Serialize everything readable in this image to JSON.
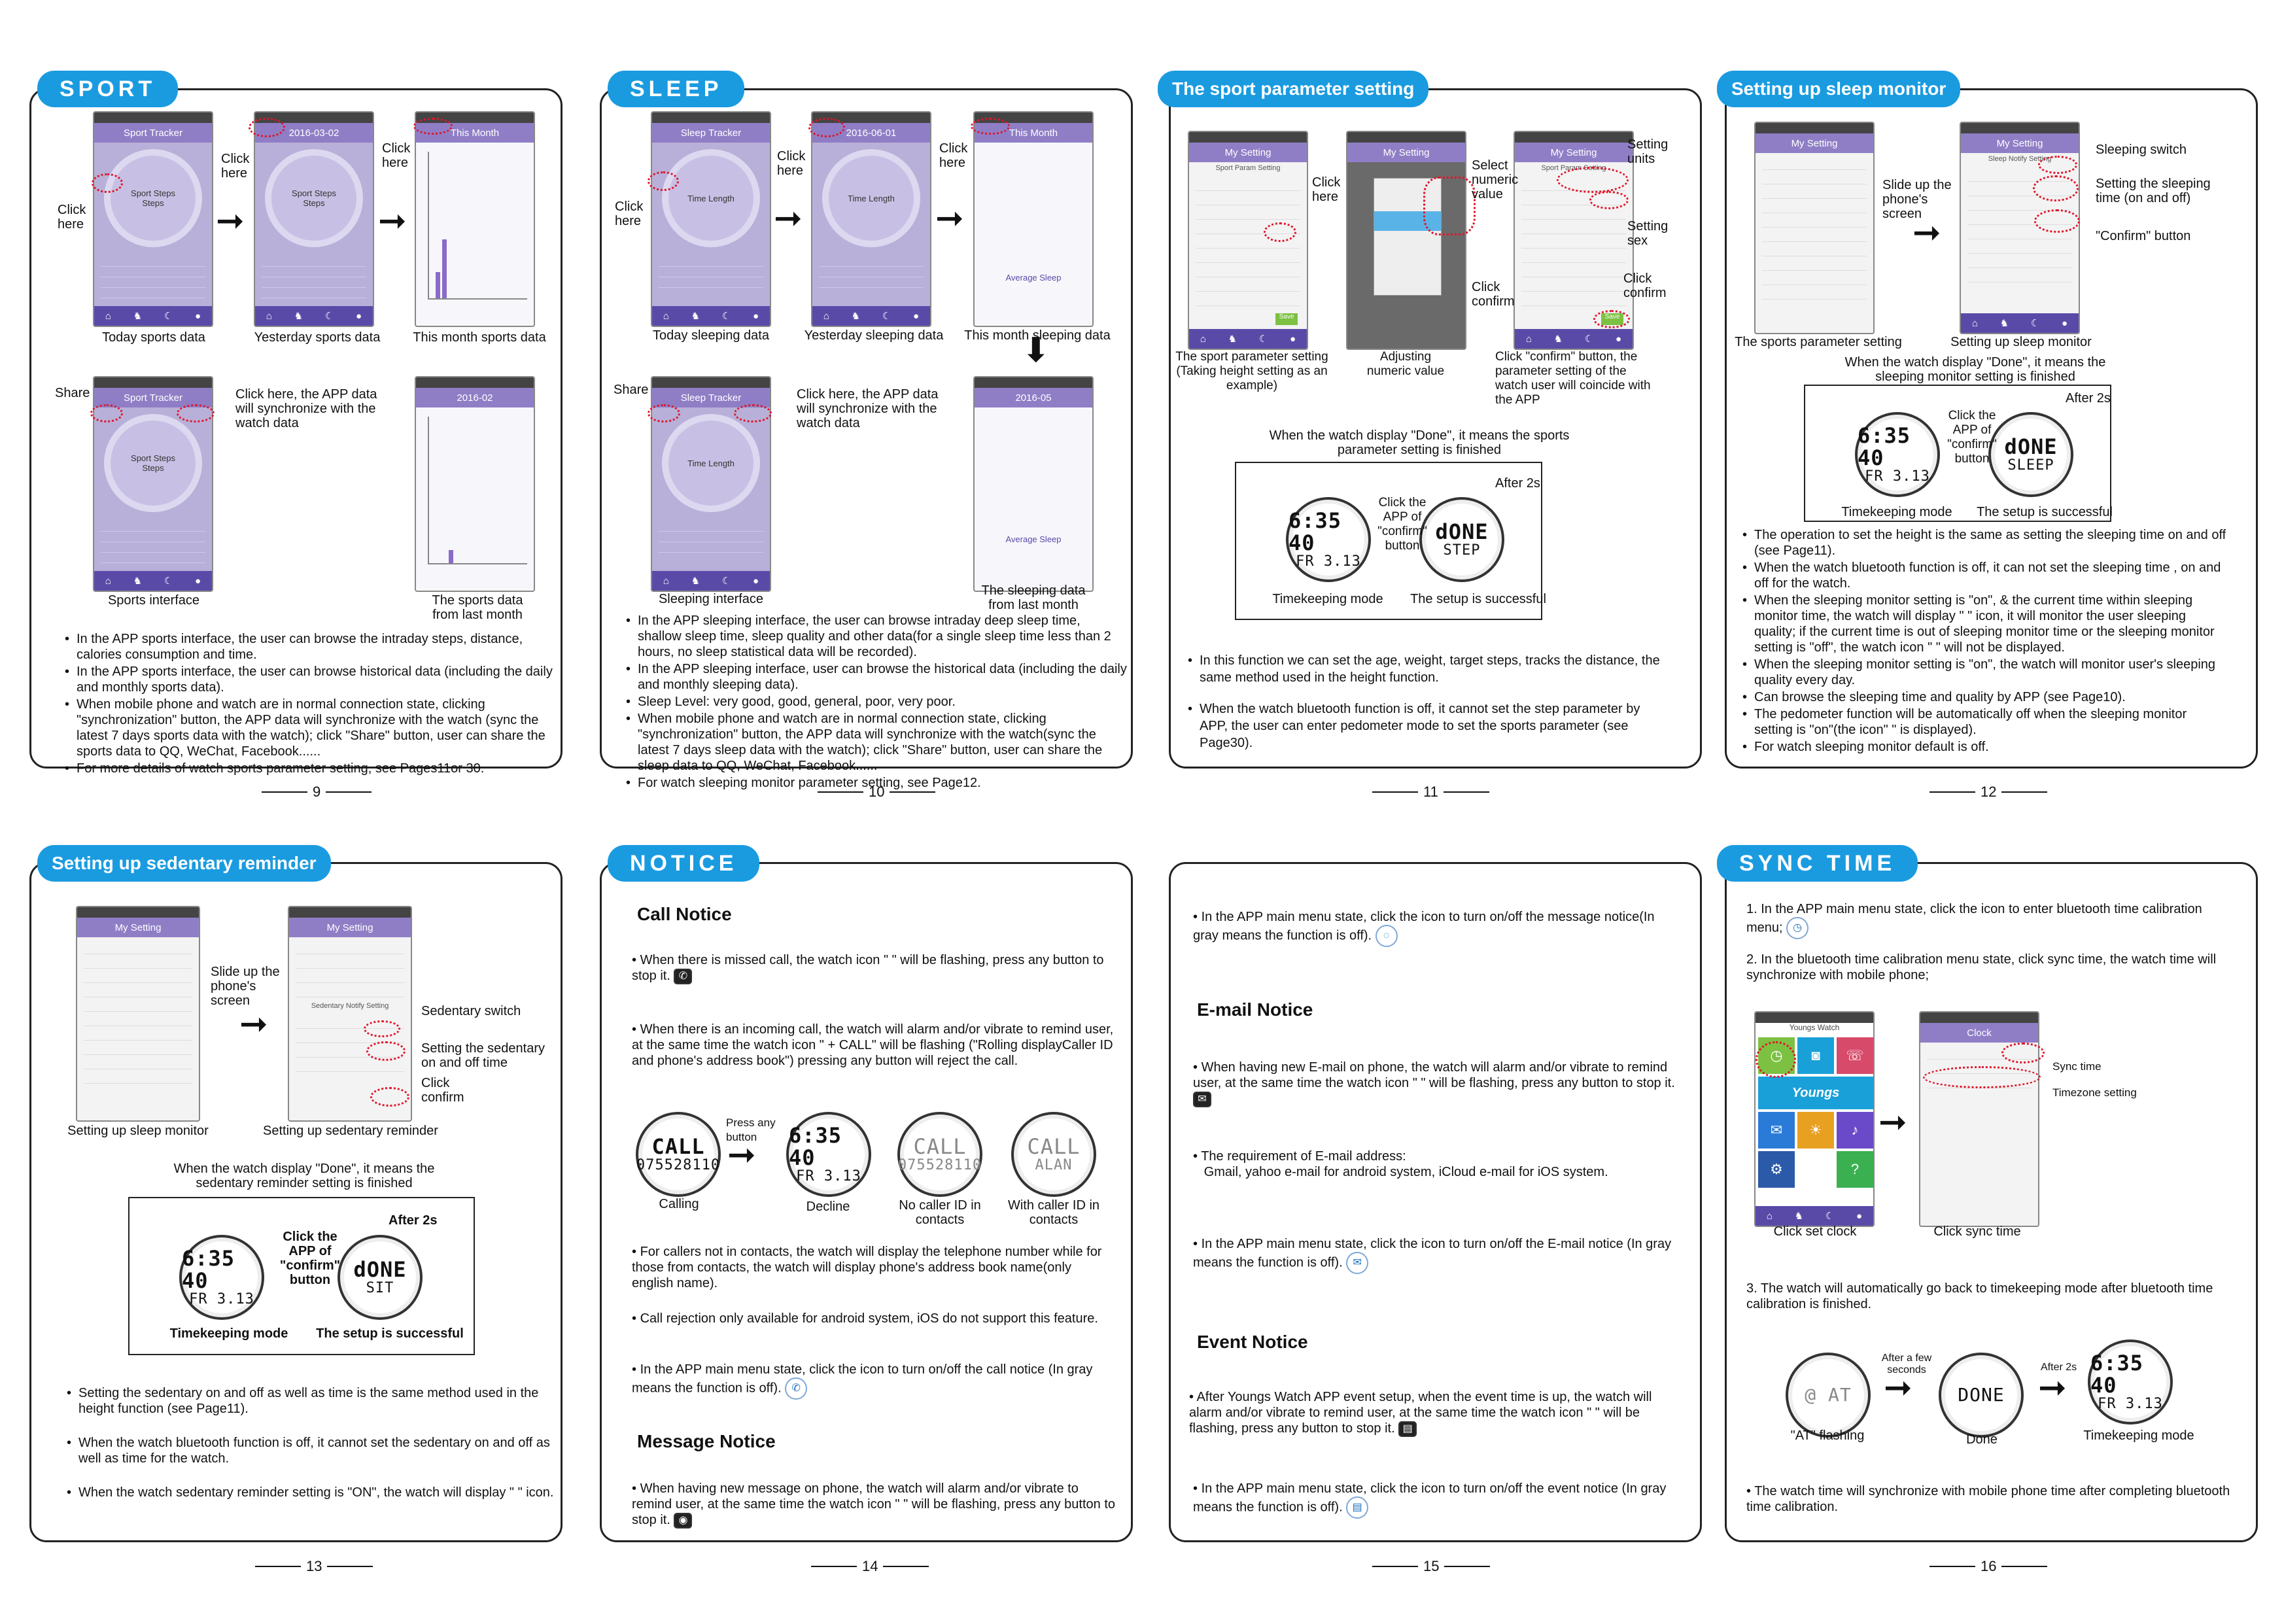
{
  "p9": {
    "title": "SPORT",
    "page": "9",
    "click1": "Click here",
    "click2": "Click here",
    "click3": "Click here",
    "share": "Share",
    "sync_note": "Click here, the APP data will synchronize with the watch data",
    "cap_today": "Today sports data",
    "cap_yesterday": "Yesterday sports data",
    "cap_month": "This month sports data",
    "cap_interface": "Sports interface",
    "cap_last": "The sports data from last month",
    "phone_hdr": "Sport Tracker",
    "phone_hdr2": "2016-03-02",
    "phone_hdr3": "This Month",
    "phone_hdr4": "2016-02",
    "ring_t": "Sport Steps",
    "ring_s": "Steps",
    "bullets": [
      "In the APP sports interface, the user can browse the intraday steps, distance, calories consumption and time.",
      "In the APP sports interface, the user can browse historical data (including the daily and monthly sports data).",
      "When mobile phone and watch are in normal connection state, clicking \"synchronization\" button, the APP data will synchronize with the watch (sync the latest 7 days sports data with the watch); click \"Share\" button, user can share the sports data to QQ, WeChat, Facebook......",
      "For more details of watch sports parameter setting, see Pages11or 30."
    ]
  },
  "p10": {
    "title": "SLEEP",
    "page": "10",
    "click1": "Click here",
    "click2": "Click here",
    "click3": "Click here",
    "share": "Share",
    "sync_note": "Click here, the APP data will synchronize with the watch data",
    "cap_today": "Today sleeping data",
    "cap_yesterday": "Yesterday sleeping data",
    "cap_month": "This month sleeping data",
    "cap_interface": "Sleeping interface",
    "cap_last": "The sleeping data from last month",
    "phone_hdr": "Sleep Tracker",
    "phone_hdr2": "2016-06-01",
    "phone_hdr3": "This Month",
    "phone_hdr4": "2016-05",
    "ring_t": "Time Length",
    "avg": "Average Sleep",
    "bullets": [
      "In the APP sleeping interface, the user can browse intraday deep sleep time, shallow sleep time, sleep quality and other data(for a single sleep time less than 2 hours, no sleep statistical data will be recorded).",
      "In the APP sleeping interface, user can browse the historical data (including the daily and monthly sleeping data).",
      "Sleep Level: very good, good, general, poor, very poor.",
      "When mobile phone and watch are in normal connection state, clicking \"synchronization\" button, the APP data will synchronize with the watch(sync the latest 7 days sleep data with the watch); click \"Share\" button, user can share the sleep data to QQ, WeChat, Facebook......",
      "For watch sleeping monitor parameter setting, see Page12."
    ]
  },
  "p11": {
    "title": "The sport parameter setting",
    "page": "11",
    "click_here": "Click here",
    "select_num": "Select numeric value",
    "set_units": "Setting units",
    "set_sex": "Setting sex",
    "click_confirm": "Click confirm",
    "click_confirm2": "Click confirm",
    "cap1": "The sport parameter setting (Taking height setting as an example)",
    "cap2": "Adjusting numeric value",
    "cap3": "Click \"confirm\" button, the parameter setting of the watch user will coincide with the APP",
    "done_note": "When the watch display \"Done\", it means the sports parameter setting is finished",
    "click_app": "Click the APP of \"confirm\" button",
    "after2s": "After 2s",
    "w1_l1": "6:35 40",
    "w1_l2": "FR 3.13",
    "w2_l1": "dONE",
    "w2_l2": "STEP",
    "cap_w1": "Timekeeping mode",
    "cap_w2": "The setup is successful",
    "phone_hdr": "My Setting",
    "phone_sub": "Sport Param Setting",
    "ok": "Save",
    "bullets": [
      "In this function we can set the age, weight, target steps, tracks the distance, the same method used in the height function.",
      "When the watch bluetooth function is off, it cannot set the step parameter by APP, the user can enter pedometer mode to set the sports parameter (see Page30)."
    ]
  },
  "p12": {
    "title": "Setting up sleep monitor",
    "page": "12",
    "slide": "Slide up the phone's screen",
    "sw": "Sleeping switch",
    "time": "Setting the sleeping time (on and off)",
    "confirm": "\"Confirm\" button",
    "cap1": "The sports parameter setting",
    "cap2": "Setting up sleep monitor",
    "done_note": "When the watch display \"Done\", it means the sleeping monitor setting is finished",
    "click_app": "Click the APP of \"confirm\" button",
    "after2s": "After 2s",
    "w1_l1": "6:35 40",
    "w1_l2": "FR 3.13",
    "w2_l1": "dONE",
    "w2_l2": "SLEEP",
    "cap_w1": "Timekeeping mode",
    "cap_w2": "The setup is successful",
    "phone_hdr": "My Setting",
    "sleep_hdr": "Sleep Notify Setting",
    "bullets": [
      "The operation to set the height is the same as setting the sleeping time on and off (see Page11).",
      "When the watch bluetooth function is off, it can not set the sleeping time , on and off for the watch.",
      "When the sleeping monitor setting is \"on\", & the current time within sleeping monitor time, the watch will display \" \" icon, it will monitor the user sleeping quality; if the current time is out of sleeping monitor time or the sleeping monitor setting is \"off\", the watch icon \" \" will not be displayed.",
      "When the sleeping monitor setting is \"on\", the watch will monitor user's sleeping quality every day.",
      "Can browse the sleeping time and quality by APP (see Page10).",
      "The pedometer function will be automatically off when the sleeping monitor setting is \"on\"(the icon\" \" is displayed).",
      "For watch sleeping monitor default is off."
    ]
  },
  "p13": {
    "title": "Setting up sedentary reminder",
    "page": "13",
    "slide": "Slide up the phone's screen",
    "sw": "Sedentary switch",
    "time": "Setting the sedentary on and off time",
    "confirm": "Click confirm",
    "cap1": "Setting up sleep monitor",
    "cap2": "Setting up sedentary reminder",
    "done_note": "When the watch display \"Done\", it means the sedentary reminder setting is finished",
    "click_app": "Click the APP of \"confirm\" button",
    "after2s": "After 2s",
    "w1_l1": "6:35 40",
    "w1_l2": "FR 3.13",
    "w2_l1": "dONE",
    "w2_l2": "SIT",
    "cap_w1": "Timekeeping mode",
    "cap_w2": "The setup is successful",
    "phone_hdr": "My Setting",
    "sed_hdr": "Sedentary Notify Setting",
    "bullets": [
      "Setting the sedentary on and off as well as time is the same method used in the height function (see Page11).",
      "When the watch bluetooth function is off, it cannot set the sedentary on and off as well as time for the watch.",
      "When the watch sedentary reminder setting is \"ON\", the watch will display \" \" icon."
    ]
  },
  "p14": {
    "title": "NOTICE",
    "page": "14",
    "h_call": "Call Notice",
    "h_msg": "Message Notice",
    "t1": "When there is missed call, the watch icon \" \" will be flashing, press any button to stop it.",
    "t2": "When there is an incoming call, the watch will alarm and/or vibrate to remind user, at the same time the watch icon \" + CALL\" will be flashing (\"Rolling displayCaller ID and phone's address book\") pressing any button will reject the call.",
    "press": "Press any button",
    "w1_l1": "CALL",
    "w1_l2": "075528110",
    "w2_l1": "6:35 40",
    "w2_l2": "FR 3.13",
    "w3_l1": "CALL",
    "w3_l2": "075528110",
    "w4_l1": "CALL",
    "w4_l2": "ALAN",
    "c1": "Calling",
    "c2": "Decline",
    "c3": "No caller ID in contacts",
    "c4": "With caller ID in contacts",
    "t3": "For callers not in contacts, the watch will display the telephone number while for those from contacts, the watch will display phone's address book name(only english name).",
    "t4": "Call rejection only available for android system, iOS do not support this feature.",
    "t5": "In the APP main menu state, click the icon to turn on/off the call notice (In gray means the function is off).",
    "t6": "When having new message on phone, the watch will alarm and/or vibrate to remind user, at the same time the watch icon \" \" will be flashing, press any button to stop it."
  },
  "p15": {
    "page": "15",
    "t1": "In the APP main menu state, click the icon to turn on/off the message notice(In gray means the function is off).",
    "h_mail": "E-mail Notice",
    "t2": "When having new E-mail on phone, the watch will alarm and/or vibrate to remind user, at the same time the watch icon \" \" will be flashing, press any button to stop it.",
    "t3a": "The requirement of E-mail address:",
    "t3b": "Gmail, yahoo e-mail for android system, iCloud e-mail for iOS system.",
    "t4": "In the APP main menu state, click the icon to turn on/off the E-mail notice (In gray means the function is off).",
    "h_event": "Event Notice",
    "t5": "After Youngs Watch APP event setup, when the event time is up, the watch will alarm and/or vibrate to remind user, at the same time the watch icon \" \" will be flashing, press any button to stop it.",
    "t6": "In the APP main menu state, click the icon to turn on/off the event notice (In gray means the function is off)."
  },
  "p16": {
    "title": "SYNC TIME",
    "page": "16",
    "s1": "1. In the APP main menu state, click the icon to enter bluetooth time calibration menu;",
    "s2": "2. In the bluetooth time calibration menu state, click sync time, the watch time will synchronize with mobile phone;",
    "sync": "Sync time",
    "tz": "Timezone setting",
    "cap1": "Click set clock",
    "cap2": "Click sync time",
    "brand": "Youngs",
    "clock": "Clock",
    "s3": "3. The watch will automatically go back to timekeeping mode after bluetooth time calibration is finished.",
    "few": "After a few seconds",
    "after2s": "After 2s",
    "w1_l1": "@ AT",
    "w2_l1": "DONE",
    "w3_l1": "6:35 40",
    "w3_l2": "FR 3.13",
    "c1": "\"AT\" flashing",
    "c2": "Done",
    "c3": "Timekeeping mode",
    "note": "The watch time will synchronize with mobile phone time after completing bluetooth time calibration."
  },
  "colors": {
    "badge": "#1a9be0",
    "accent_red": "#e0162b",
    "phone_purple": "#8f7ec6"
  }
}
